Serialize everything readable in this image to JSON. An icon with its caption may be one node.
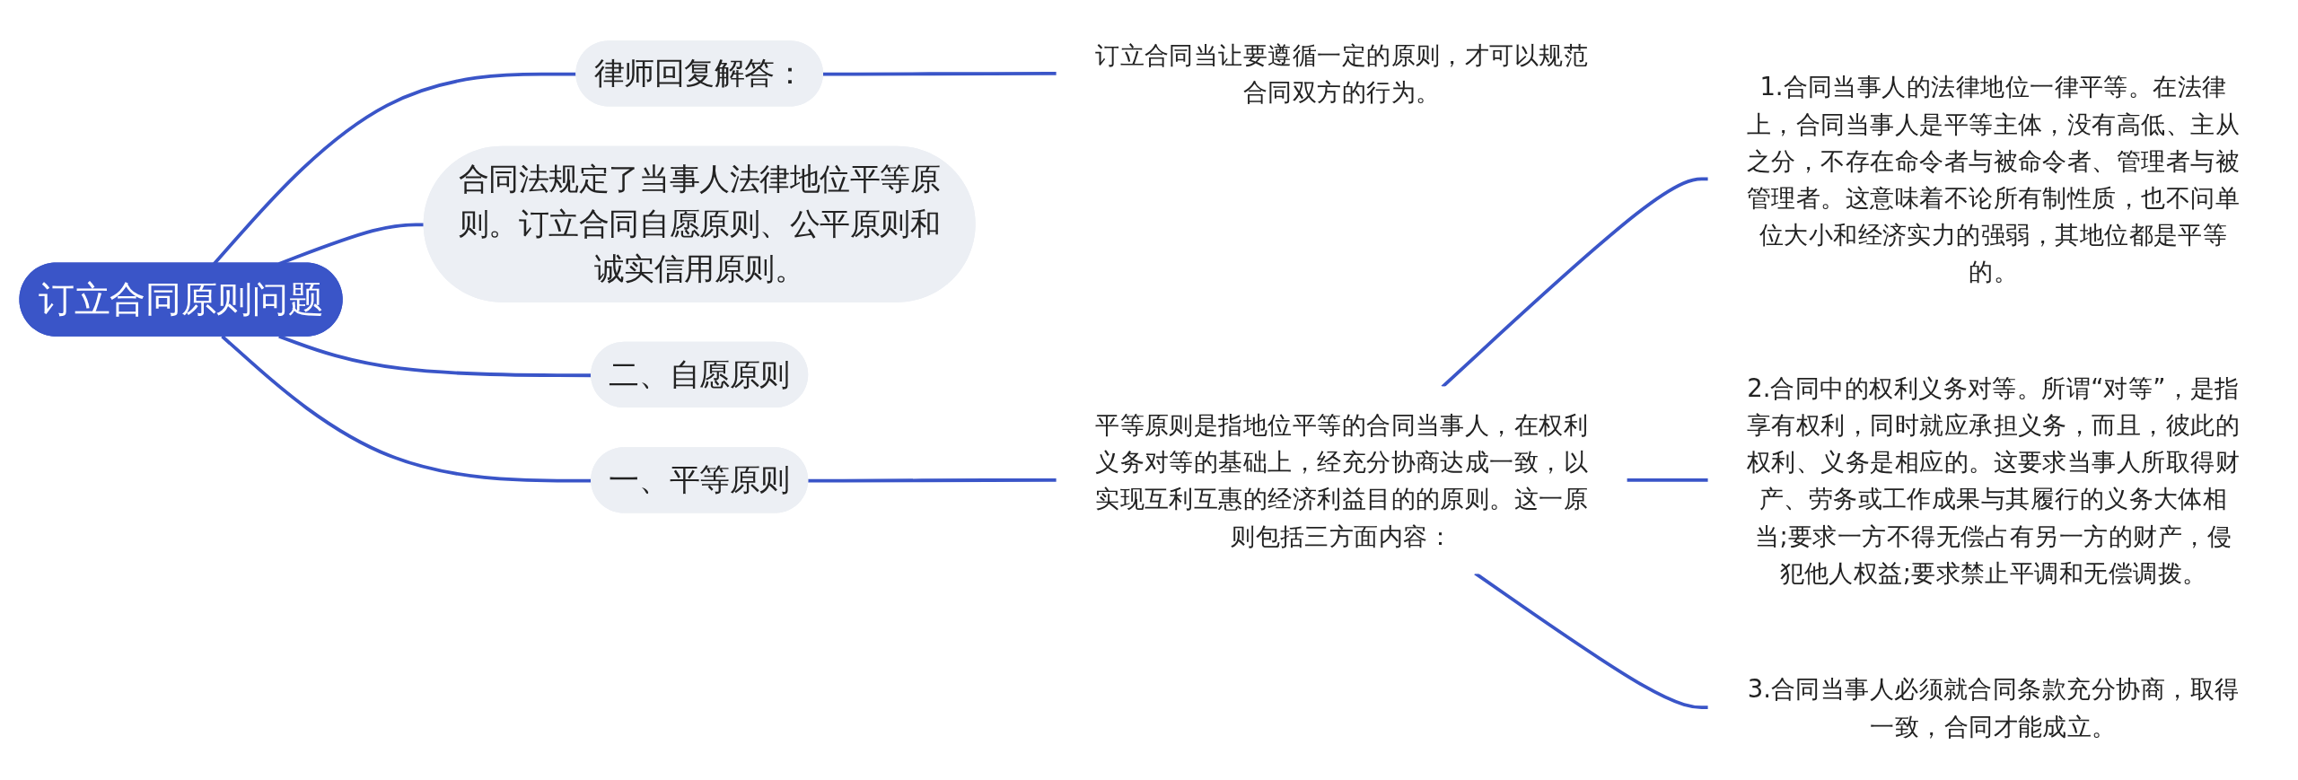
{
  "diagram": {
    "nodes": [
      {
        "text": [
          "订立合同原则问题"
        ]
      },
      {
        "text": [
          "律师回复解答："
        ]
      },
      {
        "text": [
          "订立合同当让要遵循一定的原则，才可以规范合同双方的行为。"
        ]
      },
      {
        "text": [
          "合同法规定了当事人法律地位平等原则。订立合同自愿原则、公平原则和诚实信用原则。"
        ]
      },
      {
        "text": [
          "二、自愿原则"
        ]
      },
      {
        "text": [
          "一、平等原则"
        ]
      },
      {
        "text": [
          "平等原则是指地位平等的合同当事人，在权利义务对等的基础上，经充分协商达成一致，以实现互利互惠的经济利益目的的原则。这一原则包括三方面内容："
        ]
      },
      {
        "text": [
          "1.合同当事人的法律地位一律平等。在法律上，合同当事人是平等主体，没有高低、主从之分，不存在命令者与被命令者、管理者与被管理者。这意味着不论所有制性质，也不问单位大小和经济实力的强弱，其地位都是平等的。"
        ]
      },
      {
        "text": [
          "2.合同中的权利义务对等。所谓“对等”，是指享有权利，同时就应承担义务，而且，彼此的权利、义务是相应的。这要求当事人所取得财产、劳务或工作成果与其履行的义务大体相当;要求一方不得无偿占有另一方的财产，侵犯他人权益;要求禁止平调和无偿调拨。"
        ]
      },
      {
        "text": [
          "3.合同当事人必须就合同条款充分协商，取得一致，合同才能成立。"
        ]
      }
    ],
    "edges": [
      {
        "from": 0,
        "to": 1,
        "arrow": "none"
      },
      {
        "from": 1,
        "to": 2,
        "arrow": "none"
      },
      {
        "from": 0,
        "to": 3,
        "arrow": "none"
      },
      {
        "from": 0,
        "to": 4,
        "arrow": "none"
      },
      {
        "from": 0,
        "to": 5,
        "arrow": "none"
      },
      {
        "from": 5,
        "to": 6,
        "arrow": "none"
      },
      {
        "from": 6,
        "to": 7,
        "arrow": "none"
      },
      {
        "from": 6,
        "to": 8,
        "arrow": "none"
      },
      {
        "from": 6,
        "to": 9,
        "arrow": "none"
      }
    ]
  }
}
